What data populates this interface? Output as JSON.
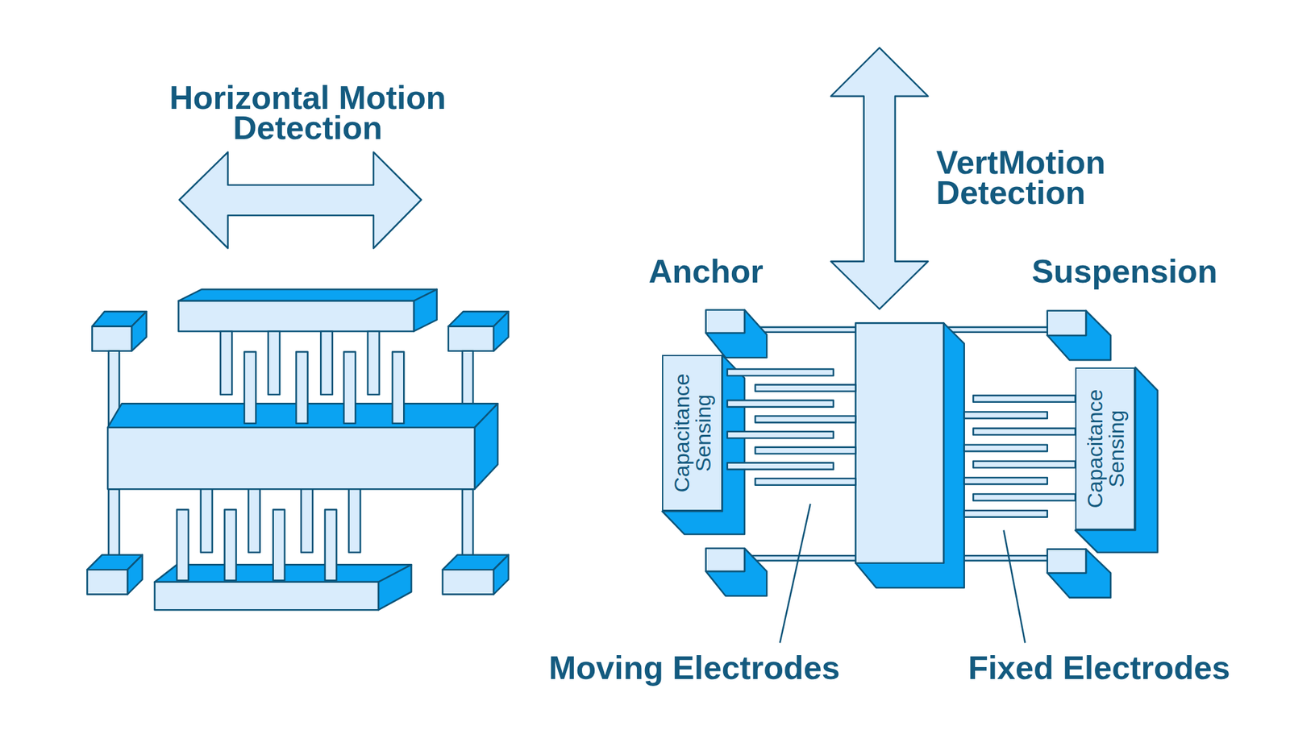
{
  "diagram": {
    "nodes": [
      {
        "text": [
          "Capacitance Sensing"
        ]
      },
      {
        "text": [
          "Capacitance Sensing"
        ]
      }
    ],
    "labels": [
      "Horizontal Motion Detection",
      "VertMotion Detection",
      "Anchor",
      "Suspension",
      "Moving Electrodes",
      "Fixed Electrodes"
    ]
  }
}
